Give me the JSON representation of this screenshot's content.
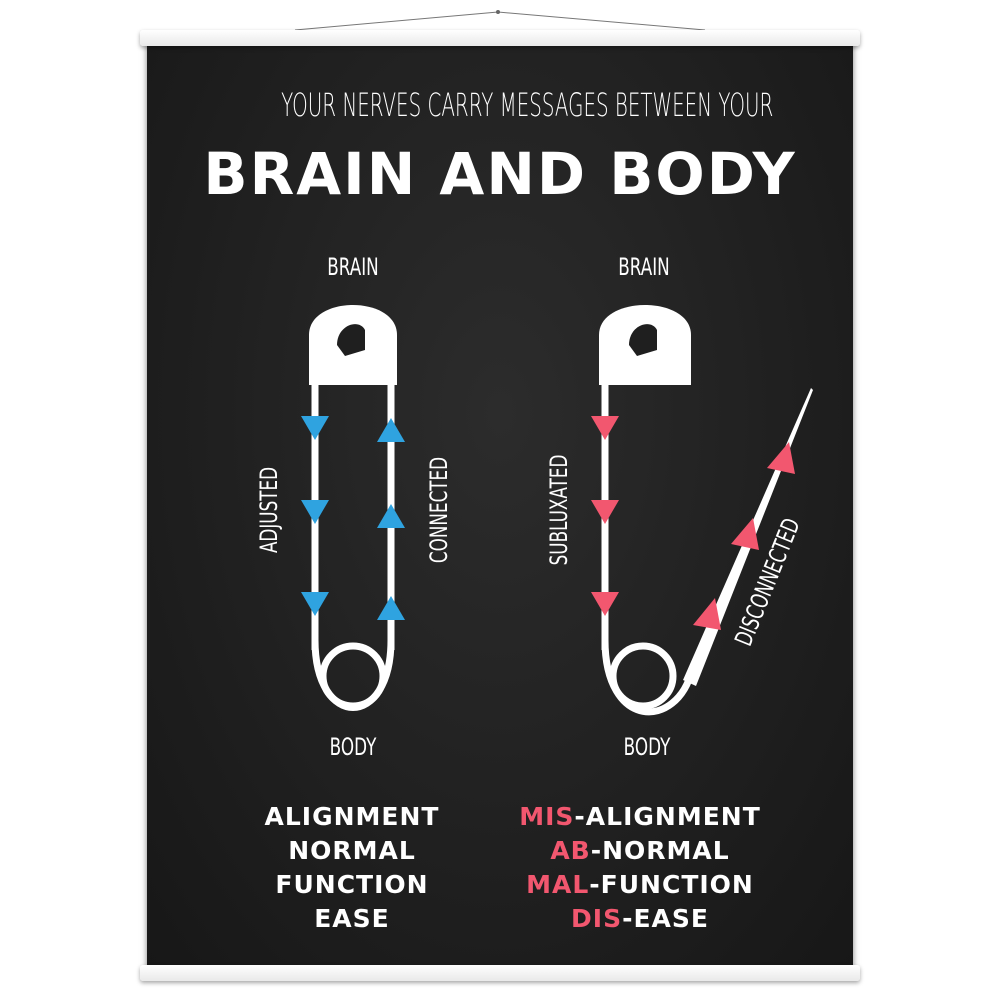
{
  "poster": {
    "subtitle": "YOUR NERVES CARRY MESSAGES BETWEEN YOUR",
    "title": "BRAIN AND BODY"
  },
  "left_pin": {
    "top_label": "BRAIN",
    "bottom_label": "BODY",
    "left_side_label": "ADJUSTED",
    "right_side_label": "CONNECTED",
    "arrow_color": "#2fa3e0"
  },
  "right_pin": {
    "top_label": "BRAIN",
    "bottom_label": "BODY",
    "left_side_label": "SUBLUXATED",
    "right_side_label": "DISCONNECTED",
    "arrow_color": "#f2576f"
  },
  "left_words": [
    "ALIGNMENT",
    "NORMAL",
    "FUNCTION",
    "EASE"
  ],
  "right_words": [
    {
      "prefix": "MIS",
      "rest": "-ALIGNMENT"
    },
    {
      "prefix": "AB",
      "rest": "-NORMAL"
    },
    {
      "prefix": "MAL",
      "rest": "-FUNCTION"
    },
    {
      "prefix": "DIS",
      "rest": "-EASE"
    }
  ],
  "colors": {
    "background": "#1f1f1f",
    "text": "#ffffff",
    "accent_blue": "#2fa3e0",
    "accent_pink": "#f2576f"
  }
}
